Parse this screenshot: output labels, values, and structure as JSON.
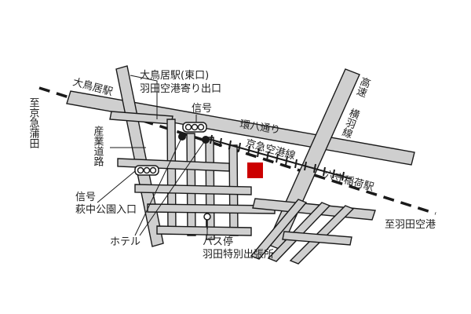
{
  "labels": {
    "station_oomorii": "大鳥居駅",
    "exit_title": "大鳥居駅(東口)",
    "exit_sub": "羽田空港寄り出口",
    "signal_top": "信号",
    "kanpachi": "環八通り",
    "keikyu_kuko": "京急空港線",
    "sangyo_doro": "産業道路",
    "signal_left": "信号",
    "park_entrance": "萩中公園入口",
    "hotel": "ホテル",
    "bus_stop": "バス停",
    "bus_stop_sub": "羽田特別出張所",
    "anamori": "穴守稲荷駅",
    "to_haneda": "至羽田空港",
    "to_kamata": "至京急蒲田",
    "expressway": "高速",
    "yokohane": "横羽線"
  },
  "colors": {
    "road_fill": "#cfcfcf",
    "outline": "#1a1a1a",
    "destination": "#cc0000"
  }
}
